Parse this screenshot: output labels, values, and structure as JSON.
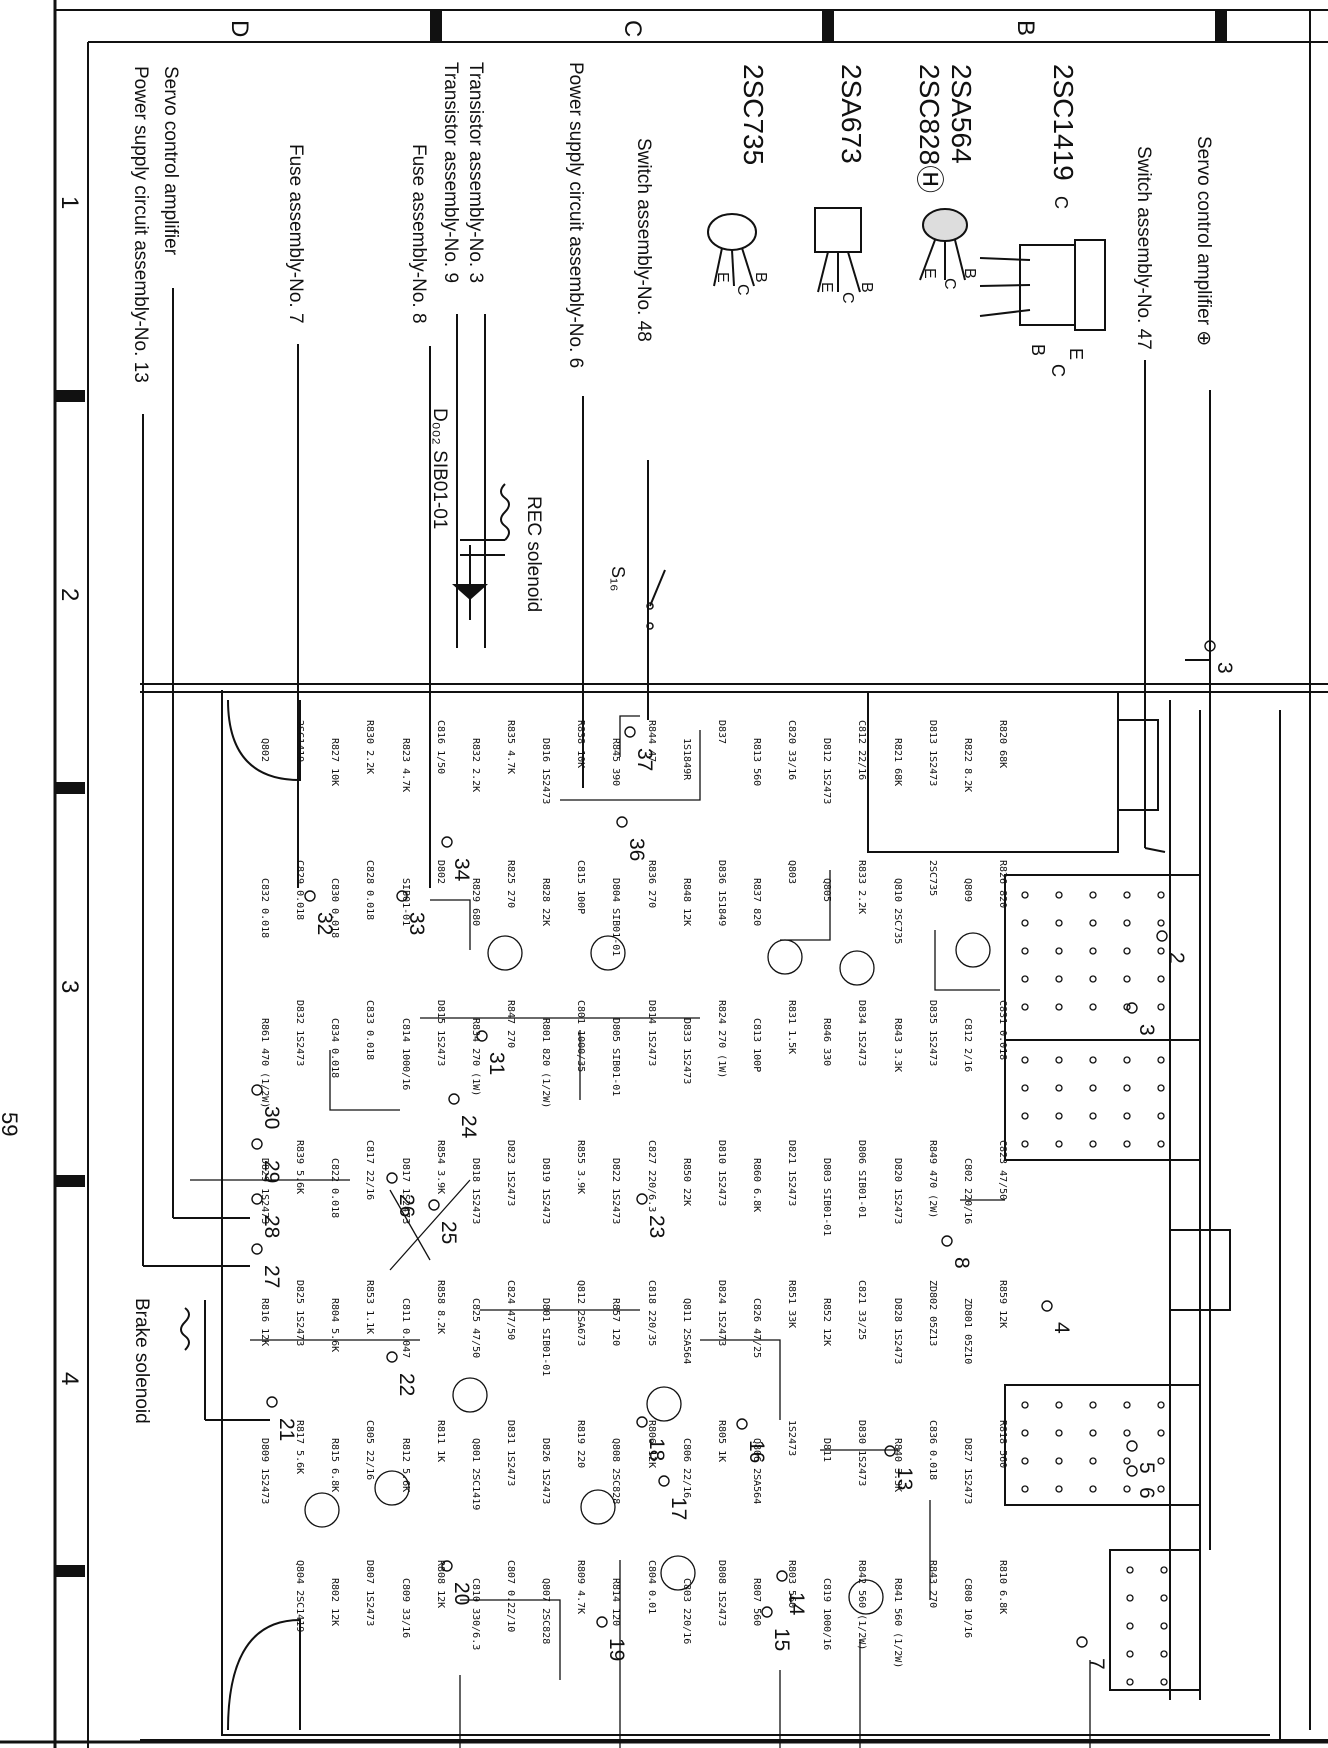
{
  "grid": {
    "zones": [
      "D",
      "C",
      "B"
    ],
    "rows": [
      "1",
      "2",
      "3",
      "4"
    ]
  },
  "page_number": "59",
  "labels": {
    "servo_47": "Servo control amplifier ⊕",
    "switch_47": "Switch assembly-No. 47",
    "power_6": "Power supply circuit assembly-No. 6",
    "switch_48": "Switch assembly-No. 48",
    "trans_3": "Transistor assembly-No. 3",
    "trans_9": "Transistor assembly-No. 9",
    "fuse_8": "Fuse assembly-No. 8",
    "fuse_7": "Fuse assembly-No. 7",
    "servo_13a": "Servo control amplifier",
    "servo_13b": "Power supply circuit assembly-No. 13",
    "rec_solenoid": "REC solenoid",
    "brake_solenoid": "Brake solenoid",
    "d002": "D₀₀₂  SIB01-01",
    "s16": "S₁₆"
  },
  "transistors": [
    {
      "type": "2SC1419",
      "pins": [
        "C",
        "E",
        "C",
        "B"
      ]
    },
    {
      "type": "2SA564",
      "pins": [
        "B",
        "C",
        "E"
      ]
    },
    {
      "type": "2SC828Ⓗ",
      "pins": []
    },
    {
      "type": "2SA673",
      "pins": [
        "B",
        "C",
        "E"
      ]
    },
    {
      "type": "2SC735",
      "pins": [
        "B",
        "C",
        "E"
      ]
    }
  ],
  "terminals": [
    "3",
    "2",
    "3",
    "37",
    "36",
    "34",
    "33",
    "32",
    "31",
    "24",
    "30",
    "29",
    "28",
    "27",
    "26",
    "25",
    "23",
    "22",
    "21",
    "20",
    "19",
    "18",
    "17",
    "16",
    "15",
    "14",
    "13",
    "8",
    "7",
    "6",
    "5",
    "4"
  ],
  "components": [
    {
      "ref": "R820 68K"
    },
    {
      "ref": "R822 8.2K"
    },
    {
      "ref": "D813 1S2473"
    },
    {
      "ref": "R821 68K"
    },
    {
      "ref": "C812 22/16"
    },
    {
      "ref": "D812 1S2473"
    },
    {
      "ref": "C820 33/16"
    },
    {
      "ref": "R813 560"
    },
    {
      "ref": "D837"
    },
    {
      "ref": "1S1849R"
    },
    {
      "ref": "R844 47"
    },
    {
      "ref": "R845 390"
    },
    {
      "ref": "R838 10K"
    },
    {
      "ref": "D816 1S2473"
    },
    {
      "ref": "R835 4.7K"
    },
    {
      "ref": "R832 2.2K"
    },
    {
      "ref": "C816 1/50"
    },
    {
      "ref": "R823 4.7K"
    },
    {
      "ref": "R830 2.2K"
    },
    {
      "ref": "R827 10K"
    },
    {
      "ref": "2SC1419"
    },
    {
      "ref": "Q802"
    },
    {
      "ref": "R826 820"
    },
    {
      "ref": "Q809"
    },
    {
      "ref": "2SC735"
    },
    {
      "ref": "Q810 2SC735"
    },
    {
      "ref": "R833 2.2K"
    },
    {
      "ref": "Q805"
    },
    {
      "ref": "Q803"
    },
    {
      "ref": "R837 820"
    },
    {
      "ref": "D836 1S1849"
    },
    {
      "ref": "R848 12K"
    },
    {
      "ref": "R836 270"
    },
    {
      "ref": "D804 SIB01-01"
    },
    {
      "ref": "C815 100P"
    },
    {
      "ref": "R828 22K"
    },
    {
      "ref": "R825 270"
    },
    {
      "ref": "R829 680"
    },
    {
      "ref": "D802"
    },
    {
      "ref": "SIB01-01"
    },
    {
      "ref": "C828 0.018"
    },
    {
      "ref": "C830 0.018"
    },
    {
      "ref": "C829 0.018"
    },
    {
      "ref": "C832 0.018"
    },
    {
      "ref": "C831 0.018"
    },
    {
      "ref": "C812 2/16"
    },
    {
      "ref": "D835 1S2473"
    },
    {
      "ref": "R843 3.3K"
    },
    {
      "ref": "D834 1S2473"
    },
    {
      "ref": "R846 330"
    },
    {
      "ref": "R831 1.5K"
    },
    {
      "ref": "C813 100P"
    },
    {
      "ref": "R824 270 (1W)"
    },
    {
      "ref": "D833 1S2473"
    },
    {
      "ref": "D814 1S2473"
    },
    {
      "ref": "D805 SIB01-01"
    },
    {
      "ref": "C801 1000/35"
    },
    {
      "ref": "R801 820 (1/2W)"
    },
    {
      "ref": "R847 270"
    },
    {
      "ref": "R834 270 (1W)"
    },
    {
      "ref": "D815 1S2473"
    },
    {
      "ref": "C814 1000/16"
    },
    {
      "ref": "C833 0.018"
    },
    {
      "ref": "C834 0.018"
    },
    {
      "ref": "D832 1S2473"
    },
    {
      "ref": "R861 470 (1/2W)"
    },
    {
      "ref": "C823 47/50"
    },
    {
      "ref": "C802 220/16"
    },
    {
      "ref": "R849 470 (2W)"
    },
    {
      "ref": "D820 1S2473"
    },
    {
      "ref": "D806 SIB01-01"
    },
    {
      "ref": "D803 SIB01-01"
    },
    {
      "ref": "D821 1S2473"
    },
    {
      "ref": "R860 6.8K"
    },
    {
      "ref": "D810 1S2473"
    },
    {
      "ref": "R850 22K"
    },
    {
      "ref": "C827 220/6.3"
    },
    {
      "ref": "D822 1S2473"
    },
    {
      "ref": "R855 3.9K"
    },
    {
      "ref": "D819 1S2473"
    },
    {
      "ref": "D823 1S2473"
    },
    {
      "ref": "D818 1S2473"
    },
    {
      "ref": "R854 3.9K"
    },
    {
      "ref": "D817 1S2473"
    },
    {
      "ref": "C817 22/16"
    },
    {
      "ref": "C822 0.018"
    },
    {
      "ref": "R839 5.6K"
    },
    {
      "ref": "D829 1S2473"
    },
    {
      "ref": "R859 12K"
    },
    {
      "ref": "ZD801 05Z10"
    },
    {
      "ref": "ZD802 05Z13"
    },
    {
      "ref": "D828 1S2473"
    },
    {
      "ref": "C821 33/25"
    },
    {
      "ref": "R852 12K"
    },
    {
      "ref": "R851 33K"
    },
    {
      "ref": "C826 47/25"
    },
    {
      "ref": "D824 1S2473"
    },
    {
      "ref": "Q811 2SA564"
    },
    {
      "ref": "C818 220/35"
    },
    {
      "ref": "R857 120"
    },
    {
      "ref": "Q812 2SA673"
    },
    {
      "ref": "D801 SIB01-01"
    },
    {
      "ref": "C824 47/50"
    },
    {
      "ref": "C825 47/50"
    },
    {
      "ref": "R858 8.2K"
    },
    {
      "ref": "C811 0.047"
    },
    {
      "ref": "R853 1.1K"
    },
    {
      "ref": "R804 5.6K"
    },
    {
      "ref": "D825 1S2473"
    },
    {
      "ref": "R816 12K"
    },
    {
      "ref": "R818 560"
    },
    {
      "ref": "D827 1S2473"
    },
    {
      "ref": "C836 0.018"
    },
    {
      "ref": "R840 3.3K"
    },
    {
      "ref": "D830 1S2473"
    },
    {
      "ref": "D811"
    },
    {
      "ref": "1S2473"
    },
    {
      "ref": "Q806 2SA564"
    },
    {
      "ref": "R805 1K"
    },
    {
      "ref": "C806 22/16"
    },
    {
      "ref": "R806 12K"
    },
    {
      "ref": "Q808 2SC828"
    },
    {
      "ref": "R819 220"
    },
    {
      "ref": "D826 1S2473"
    },
    {
      "ref": "D831 1S2473"
    },
    {
      "ref": "Q801 2SC1419"
    },
    {
      "ref": "R811 1K"
    },
    {
      "ref": "R812 5.6K"
    },
    {
      "ref": "C805 22/16"
    },
    {
      "ref": "R815 6.8K"
    },
    {
      "ref": "R817 5.6K"
    },
    {
      "ref": "D809 1S2473"
    },
    {
      "ref": "R810 6.8K"
    },
    {
      "ref": "C808 10/16"
    },
    {
      "ref": "R843 270"
    },
    {
      "ref": "R841 560 (1/2W)"
    },
    {
      "ref": "R842 560 (1/2W)"
    },
    {
      "ref": "C819 1000/16"
    },
    {
      "ref": "R803 560"
    },
    {
      "ref": "R807 560"
    },
    {
      "ref": "D808 1S2473"
    },
    {
      "ref": "C803 220/16"
    },
    {
      "ref": "C804 0.01"
    },
    {
      "ref": "R814 120"
    },
    {
      "ref": "R809 4.7K"
    },
    {
      "ref": "Q807 2SC828"
    },
    {
      "ref": "C807 0.22/10"
    },
    {
      "ref": "C810 330/6.3"
    },
    {
      "ref": "R808 12K"
    },
    {
      "ref": "C809 33/16"
    },
    {
      "ref": "D807 1S2473"
    },
    {
      "ref": "R802 12K"
    },
    {
      "ref": "Q804 2SC1419"
    }
  ]
}
